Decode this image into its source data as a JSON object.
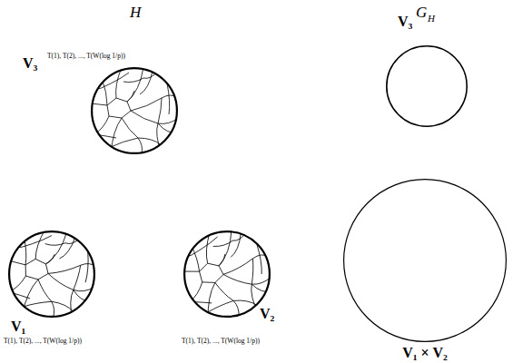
{
  "diagram": {
    "nodes": [
      {
        "text": [
          "V₃",
          "T(1), T(2), ..., T(W(log 1/p))"
        ]
      },
      {
        "text": [
          "V₁",
          "T(1), T(2), ..., T(W(log 1/p))"
        ]
      },
      {
        "text": [
          "V₂",
          "T(1), T(2), ..., T(W(log 1/p))"
        ]
      },
      {
        "text": [
          "V₃"
        ]
      },
      {
        "text": [
          "V₁ × V₂"
        ]
      }
    ],
    "labels": [
      "H",
      "G",
      "H"
    ]
  }
}
